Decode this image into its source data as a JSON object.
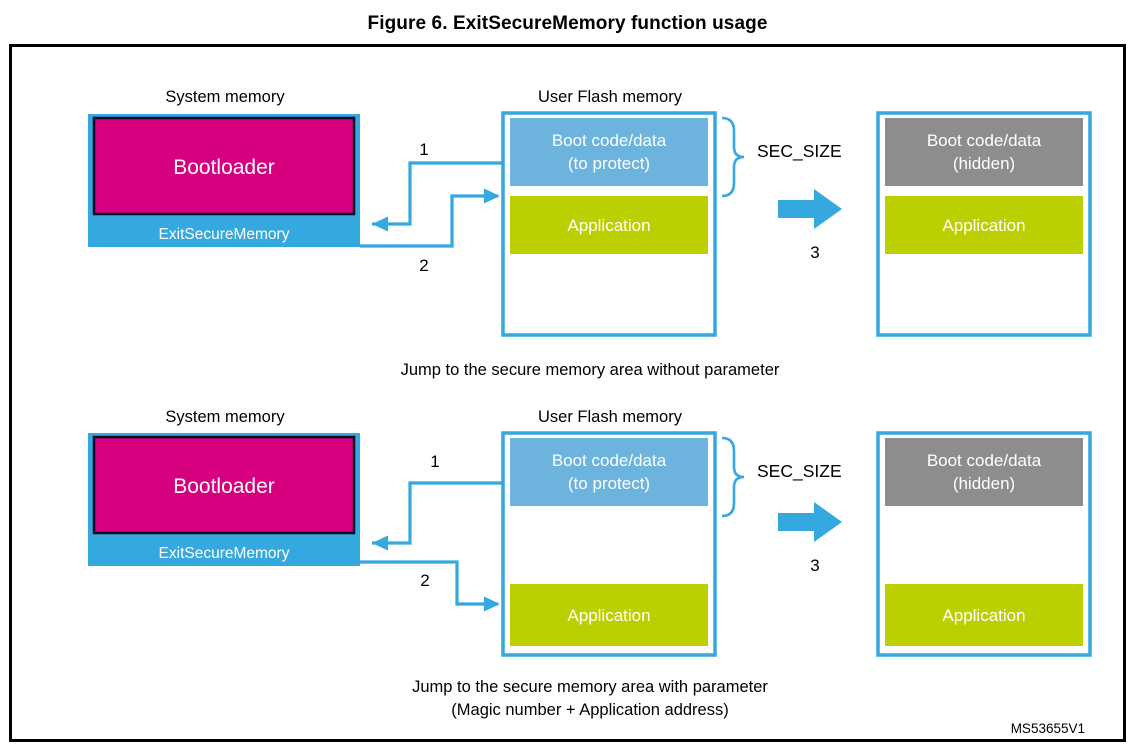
{
  "figure": {
    "title": "Figure 6. ExitSecureMemory function usage",
    "watermark": "MS53655V1"
  },
  "colors": {
    "magenta": "#D6007F",
    "olive": "#BCCF00",
    "blue_bright": "#34A8DF",
    "blue_soft": "#6CB4DE",
    "gray": "#8D8D8D",
    "black": "#000000",
    "white": "#FFFFFF"
  },
  "diagrams": [
    {
      "id": "without-parameter",
      "caption_lines": [
        "Jump to the secure memory area without parameter"
      ],
      "system_memory": {
        "heading": "System memory",
        "bootloader_label": "Bootloader",
        "exit_function_label": "ExitSecureMemory"
      },
      "user_flash": {
        "heading": "User Flash memory",
        "boot_block_line1": "Boot code/data",
        "boot_block_line2": "(to protect)",
        "application_label": "Application",
        "sec_size_label": "SEC_SIZE",
        "application_position": "adjacent"
      },
      "result": {
        "boot_block_line1": "Boot code/data",
        "boot_block_line2": "(hidden)",
        "application_label": "Application",
        "application_position": "adjacent"
      },
      "steps": {
        "step1": "1",
        "step2": "2",
        "step3": "3"
      }
    },
    {
      "id": "with-parameter",
      "caption_lines": [
        "Jump to the secure memory area with parameter",
        "(Magic number + Application address)"
      ],
      "system_memory": {
        "heading": "System memory",
        "bootloader_label": "Bootloader",
        "exit_function_label": "ExitSecureMemory"
      },
      "user_flash": {
        "heading": "User Flash memory",
        "boot_block_line1": "Boot code/data",
        "boot_block_line2": "(to protect)",
        "application_label": "Application",
        "sec_size_label": "SEC_SIZE",
        "application_position": "lowered"
      },
      "result": {
        "boot_block_line1": "Boot code/data",
        "boot_block_line2": "(hidden)",
        "application_label": "Application",
        "application_position": "lowered"
      },
      "steps": {
        "step1": "1",
        "step2": "2",
        "step3": "3"
      }
    }
  ]
}
